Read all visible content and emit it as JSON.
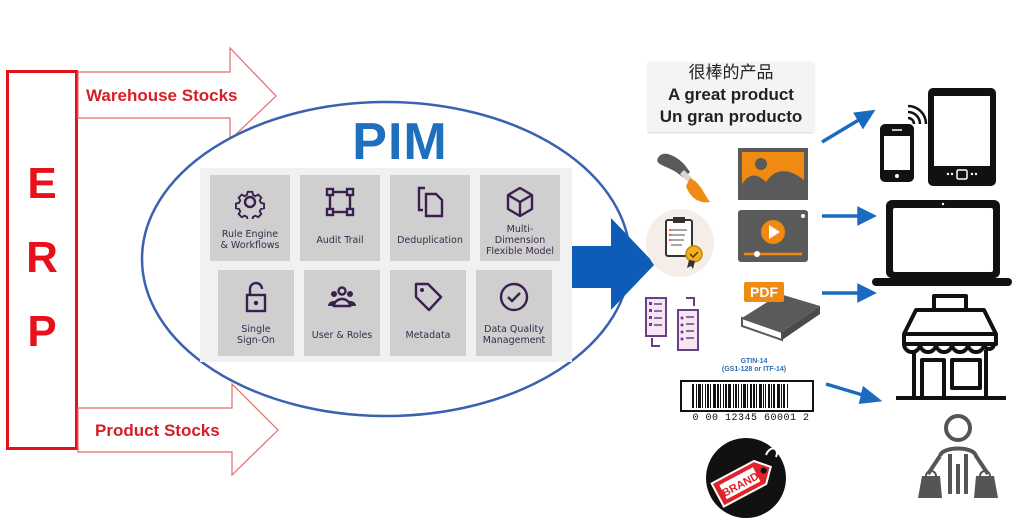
{
  "diagram": {
    "erp": {
      "letters": [
        "E",
        "R",
        "P"
      ],
      "label": "ERP"
    },
    "flows": {
      "top": "Warehouse Stocks",
      "bottom": "Product Stocks"
    },
    "pim": {
      "title": "PIM",
      "features": [
        {
          "label": "Rule Engine\n& Workflows",
          "icon": "gear-icon"
        },
        {
          "label": "Audit Trail",
          "icon": "bounding-box-icon"
        },
        {
          "label": "Deduplication",
          "icon": "copy-icon"
        },
        {
          "label": "Multi-Dimension\nFlexible Model",
          "icon": "cube-icon"
        },
        {
          "label": "Single\nSign-On",
          "icon": "unlock-icon"
        },
        {
          "label": "User & Roles",
          "icon": "users-icon"
        },
        {
          "label": "Metadata",
          "icon": "tag-icon"
        },
        {
          "label": "Data Quality\nManagement",
          "icon": "check-circle-icon"
        }
      ]
    },
    "translations": {
      "zh": "很棒的产品",
      "en": "A great product",
      "es": "Un gran producto"
    },
    "assets": {
      "left": [
        "paintbrush-icon",
        "certified-clipboard-icon",
        "list-mapping-icon"
      ],
      "right": [
        "image-icon",
        "video-player-icon",
        "pdf-book-icon"
      ],
      "barcode": {
        "title": "GTIN-14\n(GS1-128 or ITF-14)",
        "number": "0 00 12345 60001 2"
      },
      "brand_tag": "BRAND"
    },
    "channels": [
      "mobile-tablet-icon",
      "laptop-icon",
      "store-icon",
      "shopper-icon"
    ],
    "colors": {
      "erp_red": "#e0111b",
      "pim_blue": "#1f6fbf",
      "ellipse_blue": "#3a62b0",
      "arrow_blue": "#0d5cb8",
      "tile_gray": "#cfcfcf",
      "icon_purple": "#3b1f4f",
      "asset_orange": "#f08a12",
      "asset_gray": "#555555"
    }
  }
}
